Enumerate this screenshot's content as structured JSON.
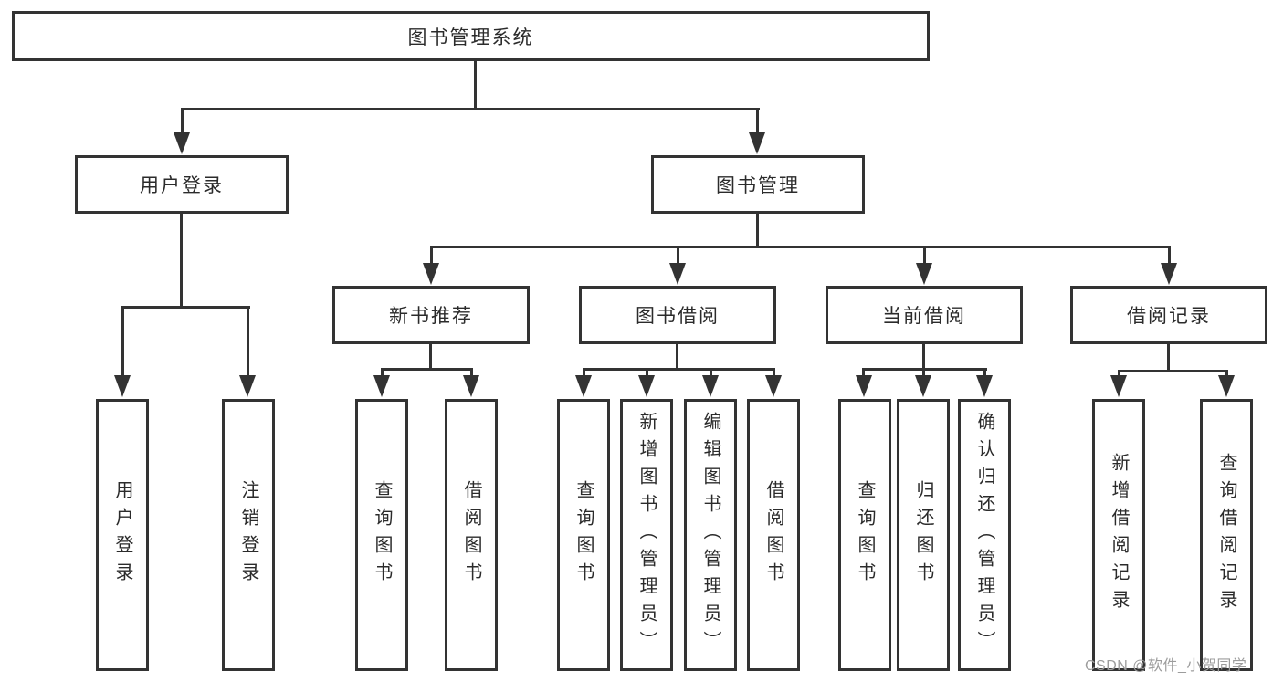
{
  "tree": {
    "root": {
      "label": "图书管理系统"
    },
    "user_branch": {
      "label": "用户登录",
      "children": [
        {
          "label": "用户登录"
        },
        {
          "label": "注销登录"
        }
      ]
    },
    "book_branch": {
      "label": "图书管理",
      "groups": [
        {
          "label": "新书推荐",
          "children": [
            {
              "label": "查询图书"
            },
            {
              "label": "借阅图书"
            }
          ]
        },
        {
          "label": "图书借阅",
          "children": [
            {
              "label": "查询图书"
            },
            {
              "label": "新增图书（管理员）"
            },
            {
              "label": "编辑图书（管理员）"
            },
            {
              "label": "借阅图书"
            }
          ]
        },
        {
          "label": "当前借阅",
          "children": [
            {
              "label": "查询图书"
            },
            {
              "label": "归还图书"
            },
            {
              "label": "确认归还（管理员）"
            }
          ]
        },
        {
          "label": "借阅记录",
          "children": [
            {
              "label": "新增借阅记录"
            },
            {
              "label": "查询借阅记录"
            }
          ]
        }
      ]
    }
  },
  "watermark": {
    "text": "CSDN @软件_小贺同学"
  },
  "colors": {
    "line": "#333333",
    "text": "#2b2b2b",
    "background": "#ffffff",
    "watermark": "#9c9c9c"
  }
}
